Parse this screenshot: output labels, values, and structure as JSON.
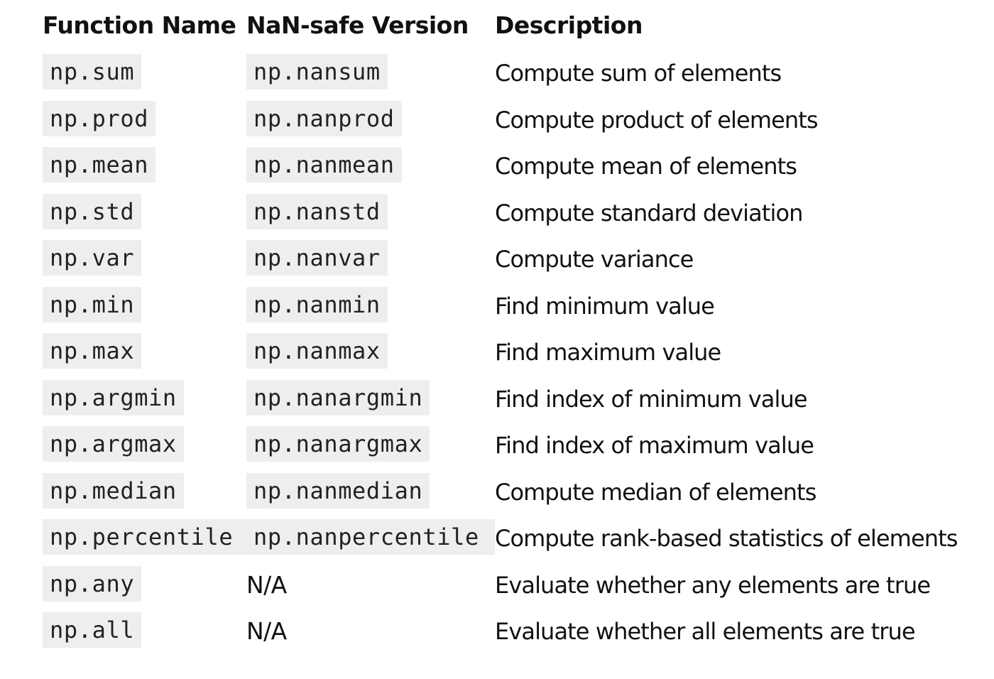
{
  "headers": {
    "function_name": "Function Name",
    "nan_safe_version": "NaN-safe Version",
    "description": "Description"
  },
  "rows": [
    {
      "function": "np.sum",
      "nan_safe": "np.nansum",
      "description": "Compute sum of elements"
    },
    {
      "function": "np.prod",
      "nan_safe": "np.nanprod",
      "description": "Compute product of elements"
    },
    {
      "function": "np.mean",
      "nan_safe": "np.nanmean",
      "description": "Compute mean of elements"
    },
    {
      "function": "np.std",
      "nan_safe": "np.nanstd",
      "description": "Compute standard deviation"
    },
    {
      "function": "np.var",
      "nan_safe": "np.nanvar",
      "description": "Compute variance"
    },
    {
      "function": "np.min",
      "nan_safe": "np.nanmin",
      "description": "Find minimum value"
    },
    {
      "function": "np.max",
      "nan_safe": "np.nanmax",
      "description": "Find maximum value"
    },
    {
      "function": "np.argmin",
      "nan_safe": "np.nanargmin",
      "description": "Find index of minimum value"
    },
    {
      "function": "np.argmax",
      "nan_safe": "np.nanargmax",
      "description": "Find index of maximum value"
    },
    {
      "function": "np.median",
      "nan_safe": "np.nanmedian",
      "description": "Compute median of elements"
    },
    {
      "function": "np.percentile",
      "nan_safe": "np.nanpercentile",
      "description": "Compute rank-based statistics of elements"
    },
    {
      "function": "np.any",
      "nan_safe": "N/A",
      "description": "Evaluate whether any elements are true"
    },
    {
      "function": "np.all",
      "nan_safe": "N/A",
      "description": "Evaluate whether all elements are true"
    }
  ]
}
